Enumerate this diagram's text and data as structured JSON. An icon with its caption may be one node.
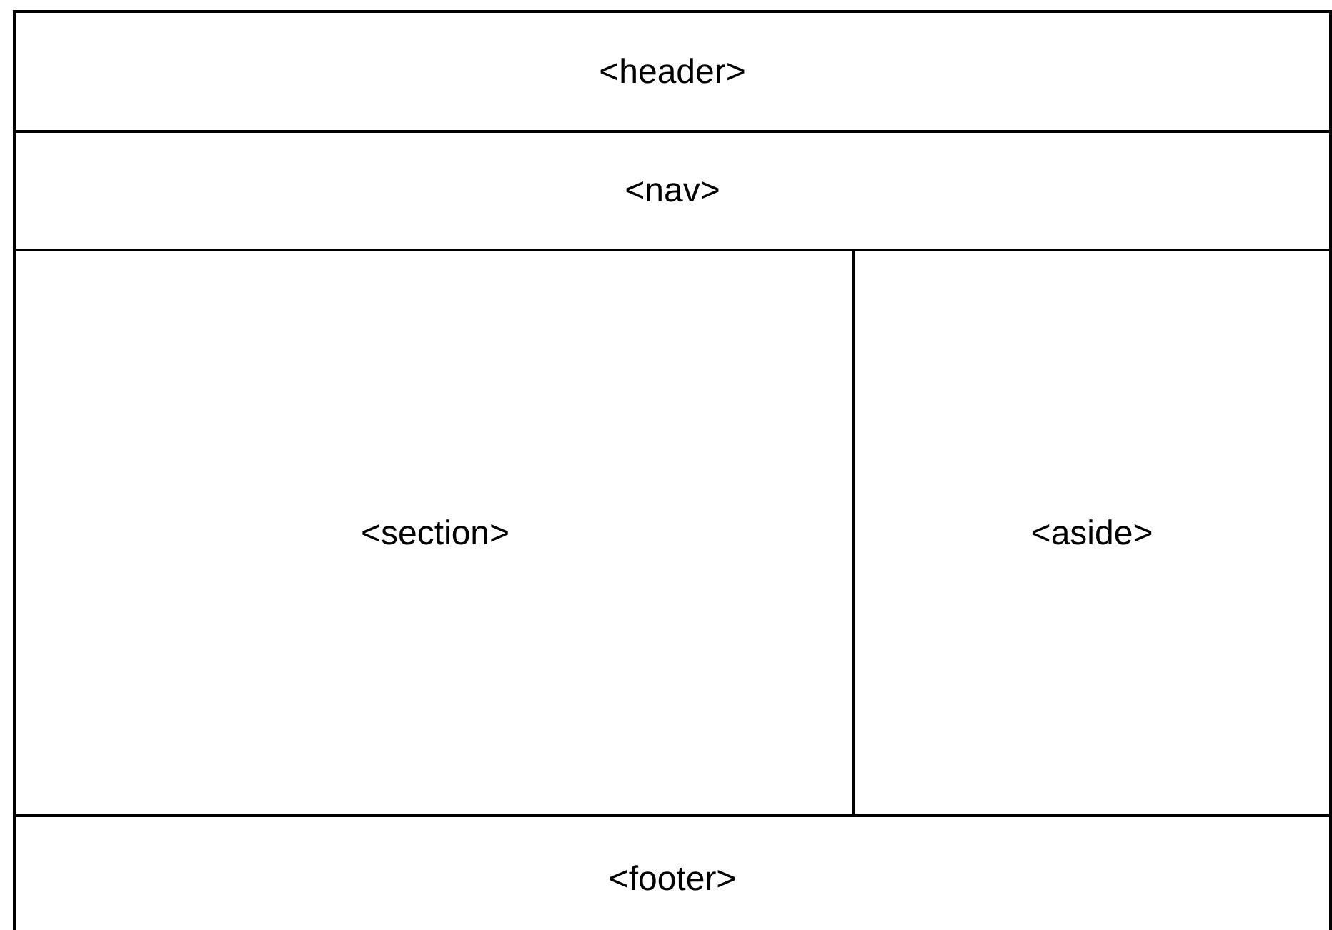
{
  "diagram": {
    "nodes": [
      {
        "text": [
          "<header>"
        ]
      },
      {
        "text": [
          "<nav>"
        ]
      },
      {
        "text": [
          "<section>"
        ]
      },
      {
        "text": [
          "<aside>"
        ]
      },
      {
        "text": [
          "<footer>"
        ]
      }
    ]
  }
}
